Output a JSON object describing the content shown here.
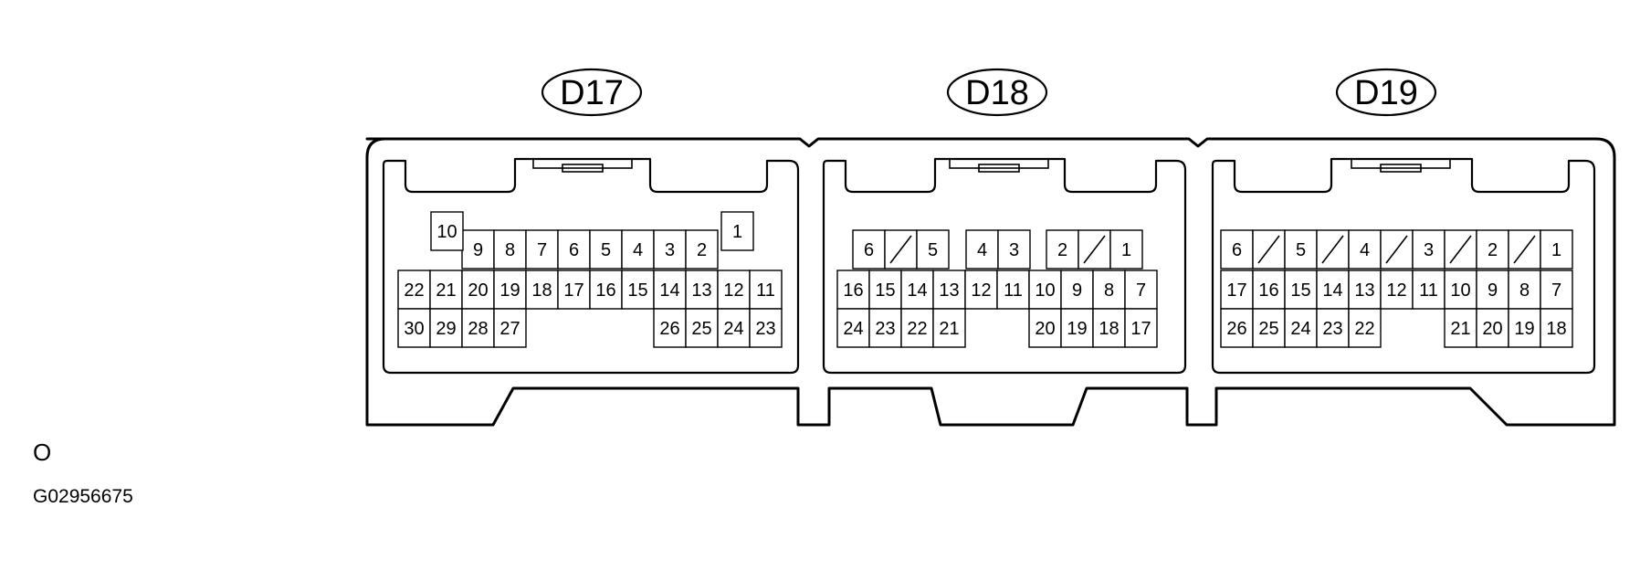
{
  "connectors": [
    {
      "label": "D17",
      "pins": [
        "1",
        "2",
        "3",
        "4",
        "5",
        "6",
        "7",
        "8",
        "9",
        "10",
        "11",
        "12",
        "13",
        "14",
        "15",
        "16",
        "17",
        "18",
        "19",
        "20",
        "21",
        "22",
        "23",
        "24",
        "25",
        "26",
        "27",
        "28",
        "29",
        "30"
      ]
    },
    {
      "label": "D18",
      "pins": [
        "1",
        "2",
        "4",
        "3",
        "5",
        "6",
        "7",
        "8",
        "9",
        "10",
        "11",
        "12",
        "13",
        "14",
        "15",
        "16",
        "17",
        "18",
        "19",
        "20",
        "21",
        "22",
        "23",
        "24"
      ]
    },
    {
      "label": "D19",
      "pins": [
        "1",
        "2",
        "3",
        "4",
        "5",
        "6",
        "7",
        "8",
        "9",
        "10",
        "11",
        "12",
        "13",
        "14",
        "15",
        "16",
        "17",
        "18",
        "19",
        "20",
        "21",
        "22",
        "23",
        "24",
        "25",
        "26"
      ]
    }
  ],
  "footer": {
    "note_letter": "O",
    "figure_code": "G02956675"
  }
}
